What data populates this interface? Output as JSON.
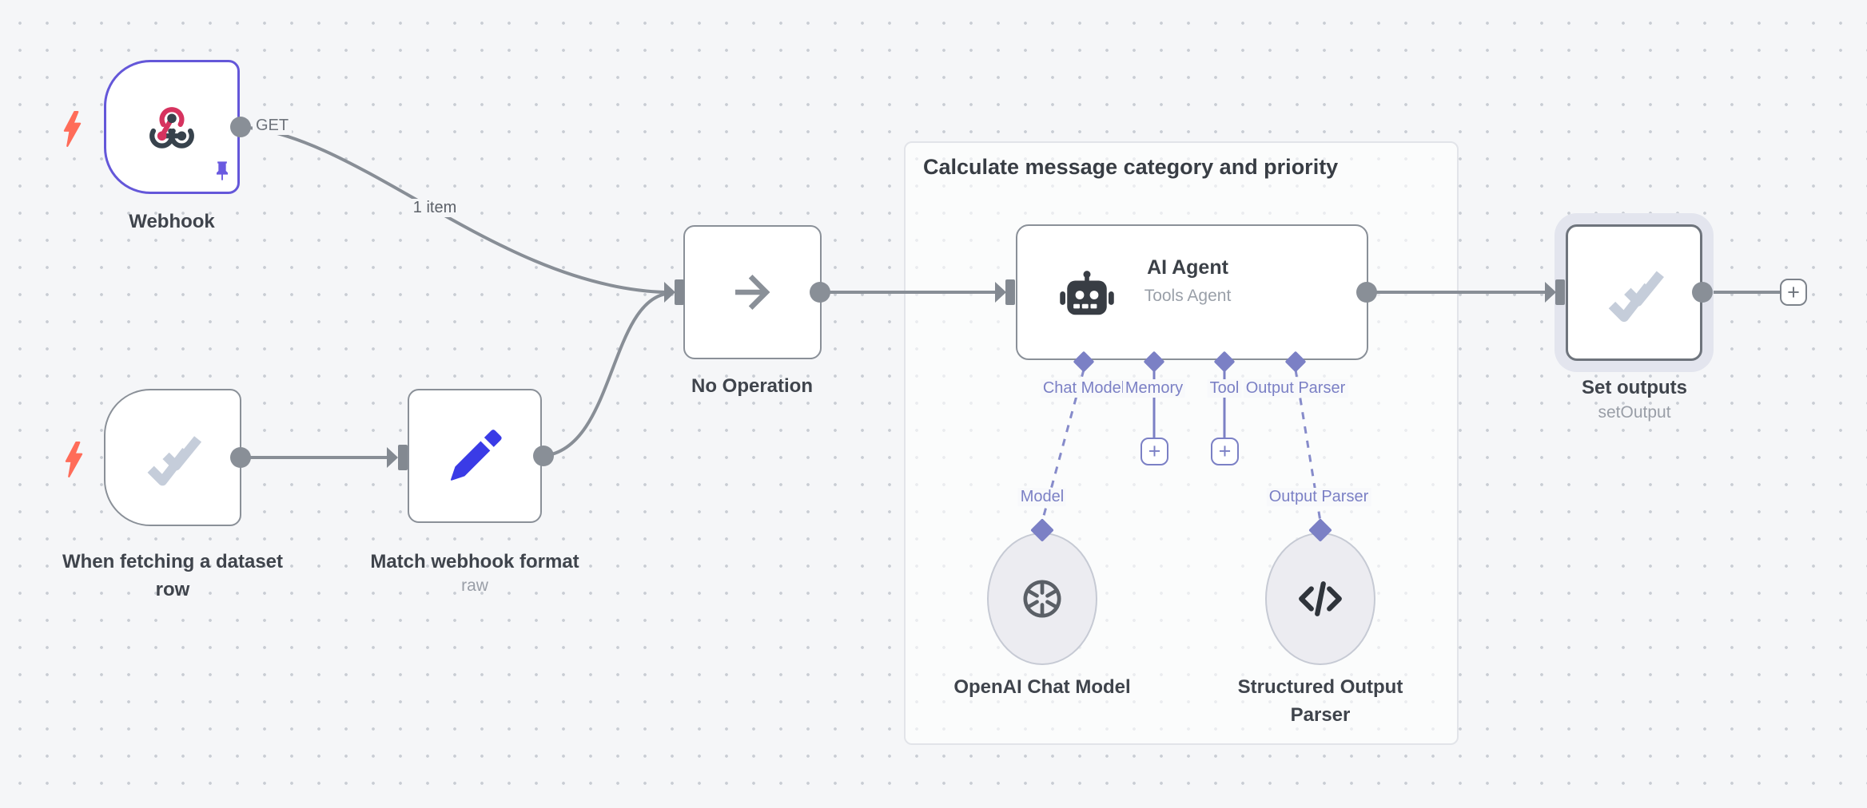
{
  "canvas": {
    "background": "#f5f6f8"
  },
  "group": {
    "title": "Calculate message category and priority"
  },
  "nodes": {
    "webhook": {
      "label": "Webhook",
      "port_label": "GET"
    },
    "dataset_trigger": {
      "label_line1": "When fetching a dataset",
      "label_line2": "row"
    },
    "match_format": {
      "label": "Match webhook format",
      "subtitle": "raw"
    },
    "no_operation": {
      "label": "No Operation"
    },
    "ai_agent": {
      "title": "AI Agent",
      "subtitle": "Tools Agent",
      "ports": [
        {
          "label": "Chat Model"
        },
        {
          "label": "Memory"
        },
        {
          "label": "Tool"
        },
        {
          "label": "Output Parser"
        }
      ]
    },
    "openai_model": {
      "label": "OpenAI Chat Model",
      "connector_label": "Model"
    },
    "structured_parser": {
      "label_line1": "Structured Output",
      "label_line2": "Parser",
      "connector_label": "Output Parser"
    },
    "set_outputs": {
      "label": "Set outputs",
      "subtitle": "setOutput"
    }
  },
  "edges": {
    "webhook_to_noop_label": "1 item"
  },
  "icons": {
    "plus": "+"
  },
  "colors": {
    "selected_node_border": "#6457d9",
    "trigger_bolt": "#ff6c59",
    "ai_connector_purple": "#7b80c5",
    "connector_gray": "#888e96",
    "pencil_blue": "#3a3be6",
    "webhook_pink": "#d6335f"
  }
}
